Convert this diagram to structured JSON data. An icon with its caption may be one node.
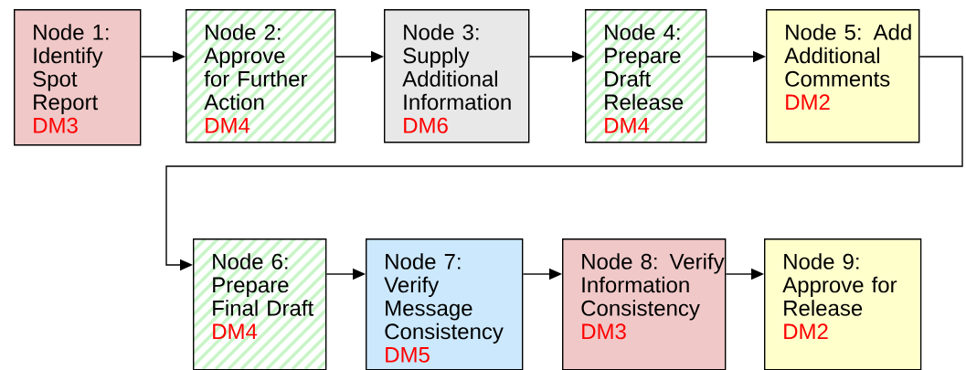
{
  "diagram": {
    "nodes": [
      {
        "text": [
          "Node 1: Identify Spot Report",
          "DM3"
        ]
      },
      {
        "text": [
          "Node 2: Approve for Further Action",
          "DM4"
        ]
      },
      {
        "text": [
          "Node 3: Supply Additional Information",
          "DM6"
        ]
      },
      {
        "text": [
          "Node 4: Prepare Draft Release",
          "DM4"
        ]
      },
      {
        "text": [
          "Node 5: Add Additional Comments",
          "DM2"
        ]
      },
      {
        "text": [
          "Node 6: Prepare Final Draft",
          "DM4"
        ]
      },
      {
        "text": [
          "Node 7: Verify Message Consistency",
          "DM5"
        ]
      },
      {
        "text": [
          "Node 8: Verify Information Consistency",
          "DM3"
        ]
      },
      {
        "text": [
          "Node 9: Approve for Release",
          "DM2"
        ]
      }
    ],
    "edges": [
      {
        "from": 0,
        "to": 1,
        "arrow": "to"
      },
      {
        "from": 1,
        "to": 2,
        "arrow": "to"
      },
      {
        "from": 2,
        "to": 3,
        "arrow": "to"
      },
      {
        "from": 3,
        "to": 4,
        "arrow": "to"
      },
      {
        "from": 4,
        "to": 5,
        "arrow": "to"
      },
      {
        "from": 5,
        "to": 6,
        "arrow": "to"
      },
      {
        "from": 6,
        "to": 7,
        "arrow": "to"
      },
      {
        "from": 7,
        "to": 8,
        "arrow": "to"
      }
    ]
  }
}
